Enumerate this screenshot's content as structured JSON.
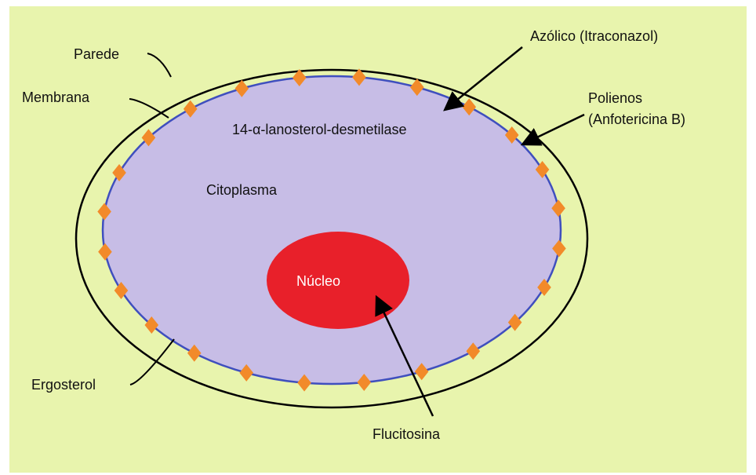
{
  "colors": {
    "background": "#e8f4ad",
    "wall_stroke": "#000000",
    "membrane_stroke": "#3f4fbe",
    "cytoplasm": "#c7bde6",
    "nucleus": "#e8202a",
    "ergosterol": "#f28a2a",
    "arrow": "#000000"
  },
  "labels": {
    "wall": "Parede",
    "membrane": "Membrana",
    "enzyme": "14-α-lanosterol-desmetilase",
    "cytoplasm": "Citoplasma",
    "nucleus": "Núcleo",
    "ergosterol": "Ergosterol",
    "azole": "Azólico (Itraconazol)",
    "polyene_line1": "Polienos",
    "polyene_line2": "(Anfotericina B)",
    "flucytosine": "Flucitosina"
  },
  "ergosterol_count": 24
}
